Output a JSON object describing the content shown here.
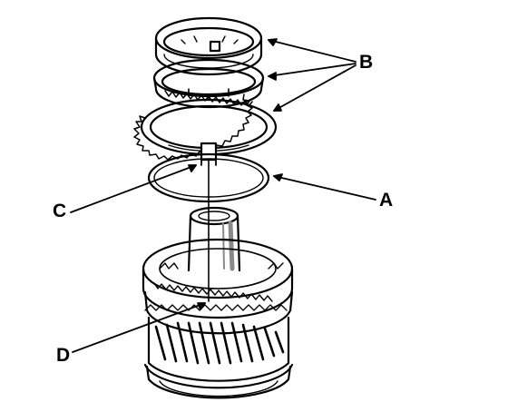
{
  "labels": {
    "a": "A",
    "b": "B",
    "c": "C",
    "d": "D"
  },
  "colors": {
    "ink": "#000000",
    "paper": "#ffffff",
    "shade": "#8a8a8a"
  }
}
